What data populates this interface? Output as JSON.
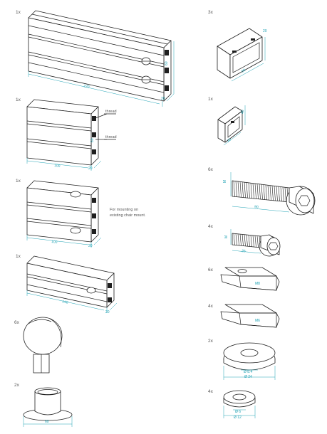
{
  "parts": [
    {
      "id": "profile-220",
      "qty": "1x",
      "dims": [
        "220",
        "60",
        "20"
      ]
    },
    {
      "id": "profile-100-thread",
      "qty": "1x",
      "dims": [
        "100",
        "60",
        "20"
      ],
      "labels": [
        "thread",
        "thread"
      ]
    },
    {
      "id": "profile-100-mount",
      "qty": "1x",
      "dims": [
        "100",
        "20"
      ],
      "note_lines": [
        "For mounting on",
        "existing chair mount."
      ]
    },
    {
      "id": "profile-140",
      "qty": "1x",
      "dims": [
        "140",
        "20"
      ]
    },
    {
      "id": "knob",
      "qty": "6x"
    },
    {
      "id": "bushing",
      "qty": "2x",
      "dims": [
        "60"
      ]
    },
    {
      "id": "end-cap-60",
      "qty": "3x",
      "dims": [
        "20",
        "60"
      ]
    },
    {
      "id": "end-cap-40",
      "qty": "1x",
      "dims": [
        "40",
        "20"
      ]
    },
    {
      "id": "screw-long",
      "qty": "6x",
      "dims": [
        "M",
        "90"
      ]
    },
    {
      "id": "screw-short",
      "qty": "4x",
      "dims": [
        "M",
        "25"
      ]
    },
    {
      "id": "slot-nut-1",
      "qty": "6x",
      "labels": [
        "M8"
      ]
    },
    {
      "id": "slot-nut-2",
      "qty": "4x",
      "labels": [
        "M6"
      ]
    },
    {
      "id": "washer-large",
      "qty": "2x",
      "dims": [
        "Ø 8.4",
        "Ø 24"
      ]
    },
    {
      "id": "washer-small",
      "qty": "4x",
      "dims": [
        "Ø 6",
        "Ø 12"
      ]
    }
  ]
}
